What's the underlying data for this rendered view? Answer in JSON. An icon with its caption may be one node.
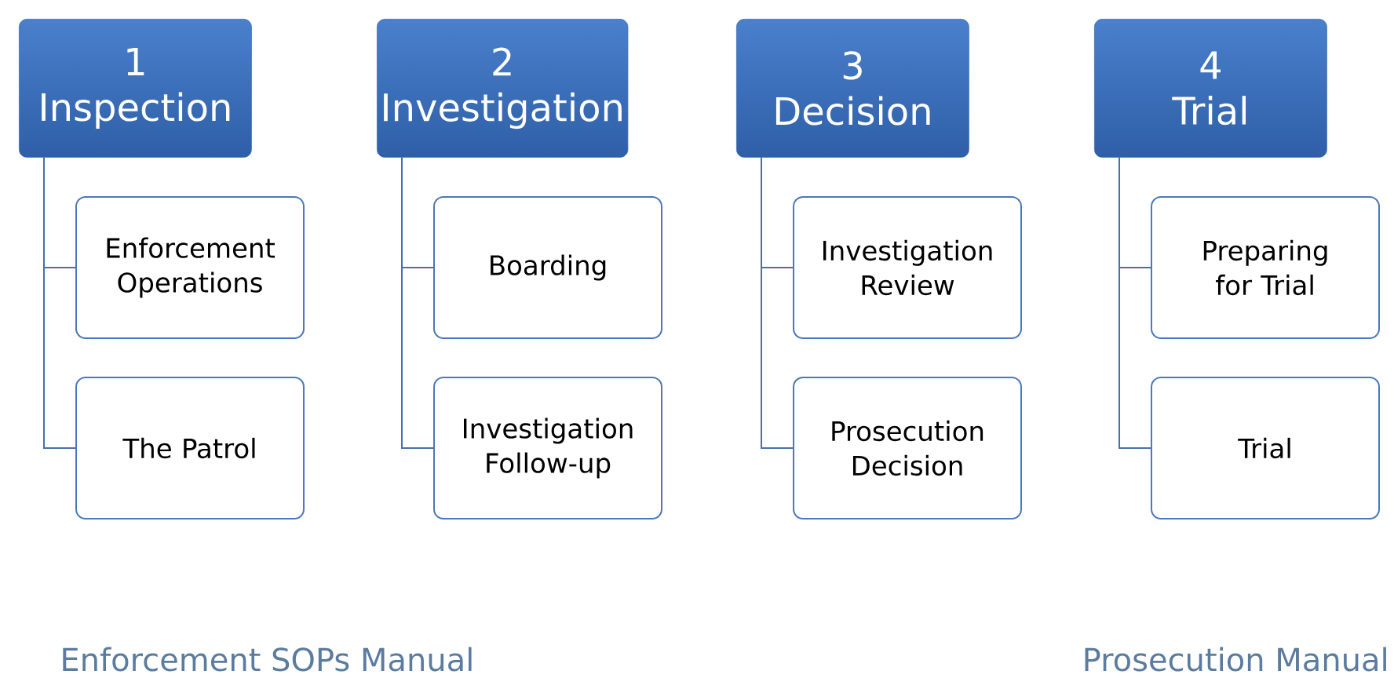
{
  "diagram": {
    "nodes": [
      {
        "text": [
          "1",
          "Inspection"
        ]
      },
      {
        "text": [
          "Enforcement Operations"
        ]
      },
      {
        "text": [
          "The Patrol"
        ]
      },
      {
        "text": [
          "2",
          "Investigation"
        ]
      },
      {
        "text": [
          "Boarding"
        ]
      },
      {
        "text": [
          "Investigation Follow-up"
        ]
      },
      {
        "text": [
          "3",
          "Decision"
        ]
      },
      {
        "text": [
          "Investigation Review"
        ]
      },
      {
        "text": [
          "Prosecution Decision"
        ]
      },
      {
        "text": [
          "4",
          "Trial"
        ]
      },
      {
        "text": [
          "Preparing for Trial"
        ]
      },
      {
        "text": [
          "Trial"
        ]
      }
    ],
    "edges": [
      {
        "from": 0,
        "to": 1,
        "arrow": "none"
      },
      {
        "from": 0,
        "to": 2,
        "arrow": "none"
      },
      {
        "from": 3,
        "to": 4,
        "arrow": "none"
      },
      {
        "from": 3,
        "to": 5,
        "arrow": "none"
      },
      {
        "from": 6,
        "to": 7,
        "arrow": "none"
      },
      {
        "from": 6,
        "to": 8,
        "arrow": "none"
      },
      {
        "from": 9,
        "to": 10,
        "arrow": "none"
      },
      {
        "from": 9,
        "to": 11,
        "arrow": "none"
      }
    ],
    "labels": [
      "Enforcement SOPs Manual",
      "Prosecution Manual"
    ]
  }
}
